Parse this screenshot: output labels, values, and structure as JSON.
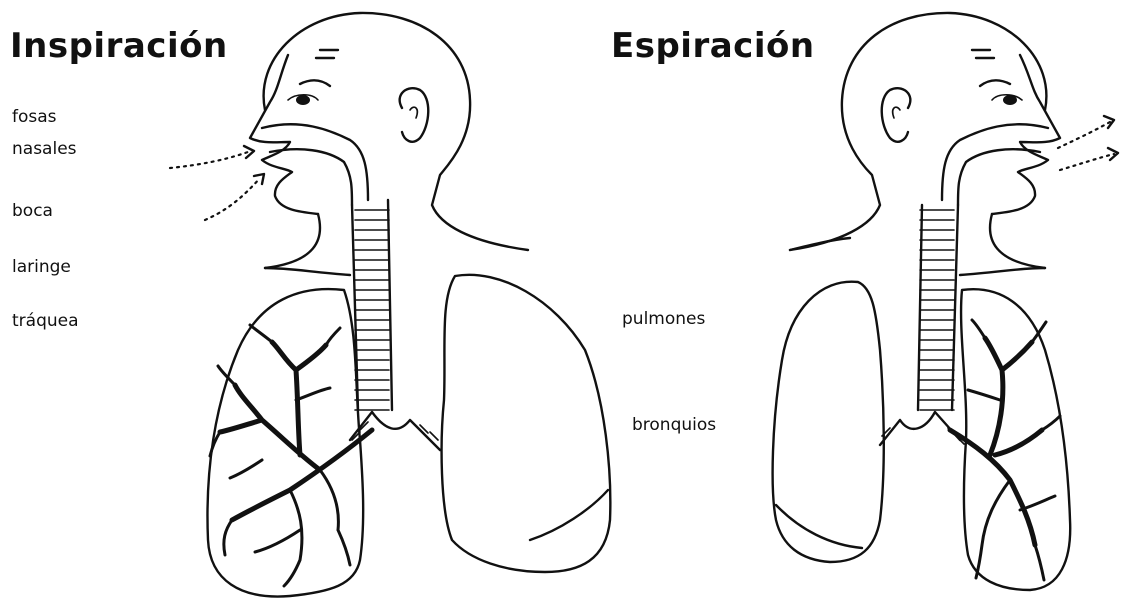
{
  "diagram": {
    "left_panel": {
      "title": "Inspiración",
      "labels": {
        "nasal_line1": "fosas",
        "nasal_line2": "nasales",
        "mouth": "boca",
        "larynx": "laringe",
        "trachea": "tráquea"
      }
    },
    "right_panel": {
      "title": "Espiración",
      "labels": {
        "lungs": "pulmones",
        "bronchi": "bronquios"
      }
    }
  }
}
